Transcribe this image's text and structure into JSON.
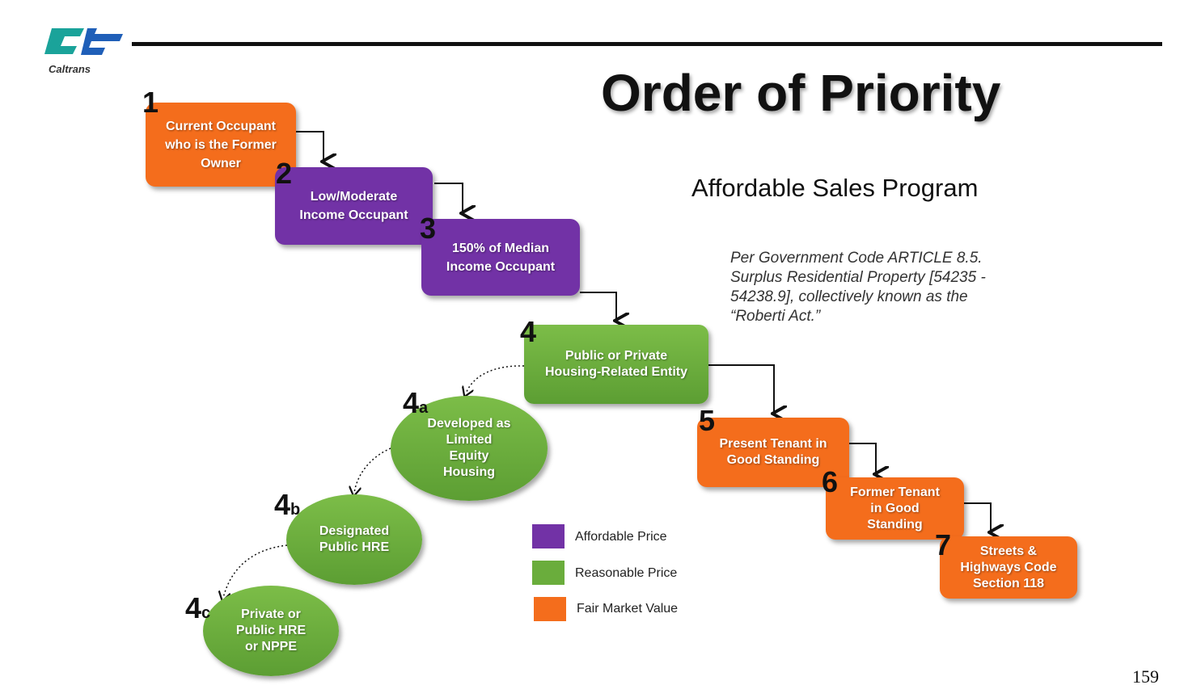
{
  "logo": {
    "text": "Caltrans",
    "colors": [
      "#1aa39a",
      "#1f5fb8"
    ]
  },
  "title": "Order of Priority",
  "subtitle": "Affordable Sales Program",
  "note": "Per Government Code ARTICLE 8.5. Surplus Residential Property [54235 - 54238.9], collectively known as the “Roberti Act.”",
  "steps": [
    {
      "num": "1",
      "label": "Current Occupant\nwho is the Former\nOwner",
      "category": "Fair Market Value"
    },
    {
      "num": "2",
      "label": "Low/Moderate\nIncome Occupant",
      "category": "Affordable Price"
    },
    {
      "num": "3",
      "label": "150% of Median\nIncome Occupant",
      "category": "Affordable Price"
    },
    {
      "num": "4",
      "label": "Public or Private\nHousing-Related Entity",
      "category": "Reasonable Price"
    },
    {
      "num": "4",
      "sub": "a",
      "label": "Developed as\nLimited\nEquity\nHousing"
    },
    {
      "num": "4",
      "sub": "b",
      "label": "Designated\nPublic HRE"
    },
    {
      "num": "4",
      "sub": "c",
      "label": "Private or\nPublic HRE\nor NPPE"
    },
    {
      "num": "5",
      "label": "Present Tenant in\nGood Standing",
      "category": "Fair Market Value"
    },
    {
      "num": "6",
      "label": "Former Tenant\nin Good\nStanding",
      "category": "Fair Market Value"
    },
    {
      "num": "7",
      "label": "Streets &\nHighways Code\nSection 118",
      "category": "Fair Market Value"
    }
  ],
  "legend": [
    {
      "label": "Affordable Price",
      "color": "#7232a6"
    },
    {
      "label": "Reasonable Price",
      "color": "#6aad3c"
    },
    {
      "label": "Fair Market Value",
      "color": "#f46d1c"
    }
  ],
  "page_number": "159"
}
